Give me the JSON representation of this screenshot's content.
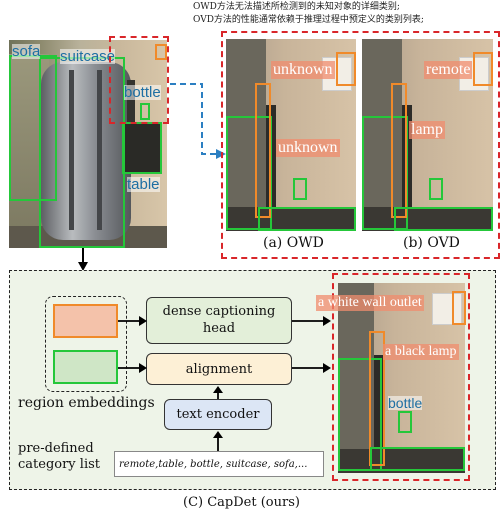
{
  "header": {
    "line1": "OWD方法无法描述所检测到的未知对象的详细类别;",
    "line2": "OVD方法的性能通常依赖于推理过程中预定义的类别列表;"
  },
  "main_photo": {
    "labels": {
      "sofa": "sofa",
      "suitcase": "suitcase",
      "bottle": "bottle",
      "table": "table"
    }
  },
  "owd": {
    "caption": "(a) OWD",
    "label_top": "unknown",
    "label_mid": "unknown"
  },
  "ovd": {
    "caption": "(b) OVD",
    "label_top": "remote",
    "label_mid": "lamp"
  },
  "capdet": {
    "dense_captioning_head": "dense captioning\nhead",
    "alignment": "alignment",
    "text_encoder": "text encoder",
    "region_embeddings": "region embeddings",
    "predefined_label": "pre-defined\ncategory list",
    "category_list": "remote,table, bottle, suitcase, sofa,...",
    "caption": "(C) CapDet (ours)",
    "out_label_1": "a white wall outlet",
    "out_label_2": "a black lamp",
    "out_label_3": "bottle"
  },
  "colors": {
    "accent_red": "#d9262a",
    "box_green": "#25c73a",
    "box_orange": "#f08a2a",
    "arrow_blue": "#2b7fc2",
    "panel_bg": "#eef4e8",
    "node_green": "#e3efd9",
    "node_yellow": "#fdf0d6",
    "node_blue": "#dce6f5",
    "embed_orange": "#f4c2aa",
    "embed_green": "#cfe6c6"
  }
}
